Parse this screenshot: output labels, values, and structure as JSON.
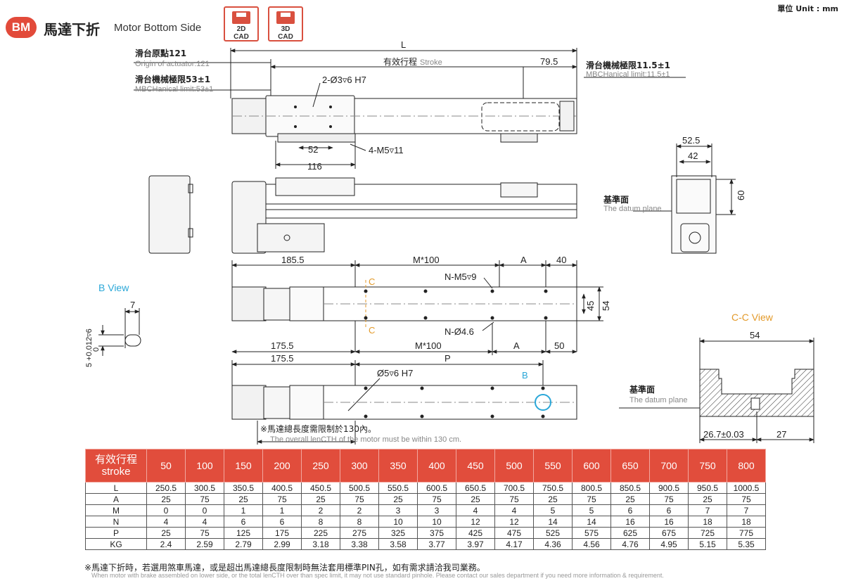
{
  "header": {
    "badge": "BM",
    "title_zh": "馬達下折",
    "title_en": "Motor Bottom Side",
    "cad_2d": [
      "2D",
      "CAD"
    ],
    "cad_3d": [
      "3D",
      "CAD"
    ],
    "unit": "單位 Unit : mm"
  },
  "drawing": {
    "top_view": {
      "L": "L",
      "stroke_zh": "有效行程",
      "stroke_en": "Stroke",
      "dim_79_5": "79.5",
      "origin_zh": "滑台原點121",
      "origin_en": "Origin of actuator:121",
      "mech_left_zh": "滑台機械極限53±1",
      "mech_left_en": "MBCHanical limit:53±1",
      "mech_right_zh": "滑台機械極限11.5±1",
      "mech_right_en": "MBCHanical limit:11.5±1",
      "pin_hole": "2-Ø3▿6 H7",
      "tap_hole": "4-M5▿11",
      "dim_52": "52",
      "dim_116": "116"
    },
    "end_view": {
      "dim_52_5": "52.5",
      "dim_42": "42",
      "dim_60": "60",
      "datum_zh": "基準面",
      "datum_en": "The datum plane"
    },
    "bottom_view_a": {
      "dim_185_5": "185.5",
      "M100": "M*100",
      "A": "A",
      "dim_40": "40",
      "n_m5": "N-M5▿9",
      "n_hole": "N-Ø4.6",
      "dim_45": "45",
      "dim_54": "54",
      "C": "C",
      "dim_175_5": "175.5",
      "M100_b": "M*100",
      "A_b": "A",
      "dim_50": "50"
    },
    "bottom_view_b": {
      "dim_175_5": "175.5",
      "P": "P",
      "pin": "Ø5▿6 H7",
      "B": "B",
      "note_zh": "※馬達總長度需限制於130內。",
      "note_en": "The overall lenCTH of the motor must be within 130 cm."
    },
    "b_view": {
      "title": "B View",
      "dim_7": "7",
      "tol": "5 +0.012▿6",
      "tol_zero": "0"
    },
    "cc_view": {
      "title": "C-C View",
      "dim_54": "54",
      "datum_zh": "基準面",
      "datum_en": "The datum plane",
      "dim_26_7": "26.7±0.03",
      "dim_27": "27"
    }
  },
  "table": {
    "header_zh": "有效行程",
    "header_en": "stroke",
    "strokes": [
      "50",
      "100",
      "150",
      "200",
      "250",
      "300",
      "350",
      "400",
      "450",
      "500",
      "550",
      "600",
      "650",
      "700",
      "750",
      "800"
    ],
    "rows": [
      {
        "label": "L",
        "values": [
          "250.5",
          "300.5",
          "350.5",
          "400.5",
          "450.5",
          "500.5",
          "550.5",
          "600.5",
          "650.5",
          "700.5",
          "750.5",
          "800.5",
          "850.5",
          "900.5",
          "950.5",
          "1000.5"
        ]
      },
      {
        "label": "A",
        "values": [
          "25",
          "75",
          "25",
          "75",
          "25",
          "75",
          "25",
          "75",
          "25",
          "75",
          "25",
          "75",
          "25",
          "75",
          "25",
          "75"
        ]
      },
      {
        "label": "M",
        "values": [
          "0",
          "0",
          "1",
          "1",
          "2",
          "2",
          "3",
          "3",
          "4",
          "4",
          "5",
          "5",
          "6",
          "6",
          "7",
          "7"
        ]
      },
      {
        "label": "N",
        "values": [
          "4",
          "4",
          "6",
          "6",
          "8",
          "8",
          "10",
          "10",
          "12",
          "12",
          "14",
          "14",
          "16",
          "16",
          "18",
          "18"
        ]
      },
      {
        "label": "P",
        "values": [
          "25",
          "75",
          "125",
          "175",
          "225",
          "275",
          "325",
          "375",
          "425",
          "475",
          "525",
          "575",
          "625",
          "675",
          "725",
          "775"
        ]
      },
      {
        "label": "KG",
        "values": [
          "2.4",
          "2.59",
          "2.79",
          "2.99",
          "3.18",
          "3.38",
          "3.58",
          "3.77",
          "3.97",
          "4.17",
          "4.36",
          "4.56",
          "4.76",
          "4.95",
          "5.15",
          "5.35"
        ]
      }
    ]
  },
  "footer": {
    "note_zh": "※馬達下折時，若選用煞車馬達，或是超出馬達總長度限制時無法套用標準PIN孔，如有需求請洽我司業務。",
    "note_en": "When motor with brake assembled on lower side, or the total lenCTH over than spec limit, it may not use standard pinhole. Please contact our sales department if you need more information & requirement."
  }
}
